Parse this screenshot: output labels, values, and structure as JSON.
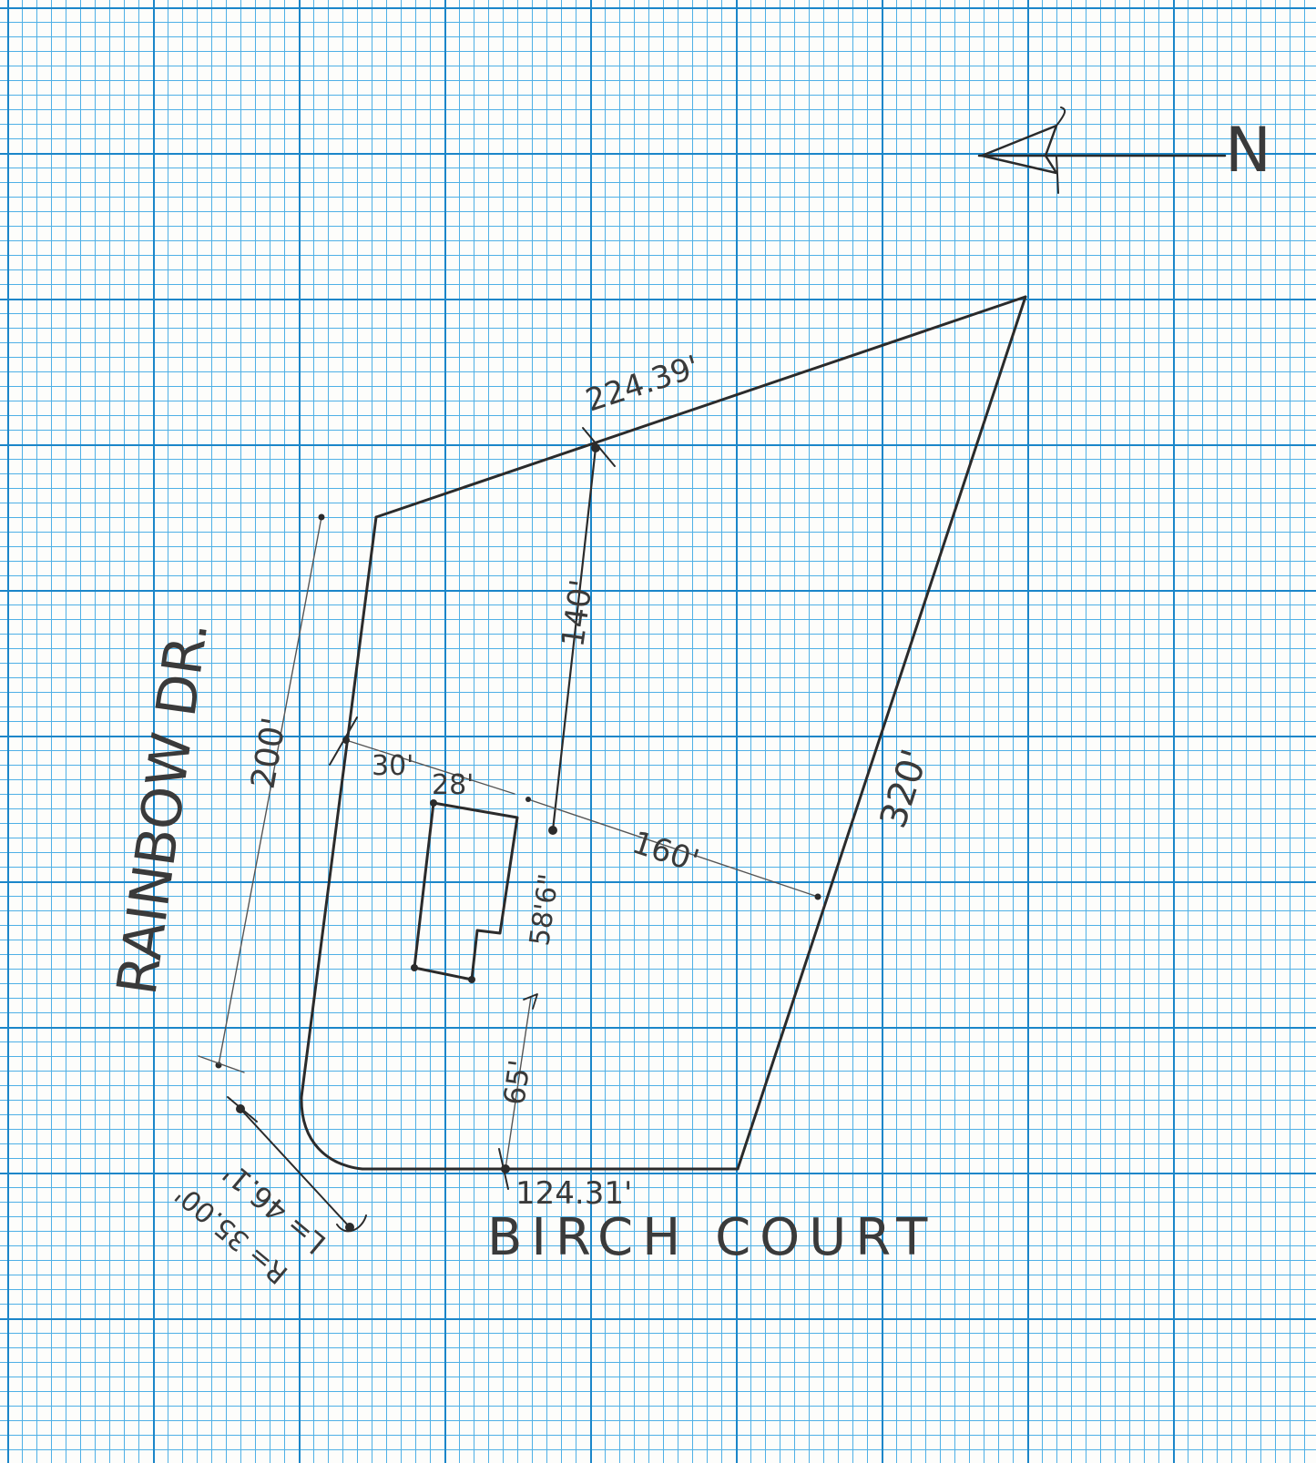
{
  "north_arrow": {
    "label": "N",
    "icon": "north-arrow-icon"
  },
  "streets": {
    "west": "RAINBOW DR.",
    "south": "BIRCH COURT"
  },
  "lot_dimensions": {
    "north_line": "224.39'",
    "east_line": "320'",
    "south_line": "124.31'",
    "west_line": "200'"
  },
  "curve": {
    "length": "L= 46.1'",
    "radius": "R= 35.00'"
  },
  "setbacks": {
    "front": "30'",
    "side": "28'",
    "north_to_house": "140'",
    "east_to_house": "160'",
    "south_to_house": "65'",
    "house_depth": "58'6\""
  },
  "colors": {
    "grid_major": "#1b86c9",
    "grid_minor": "#4fb0e6",
    "ink": "#2b2b2b"
  }
}
